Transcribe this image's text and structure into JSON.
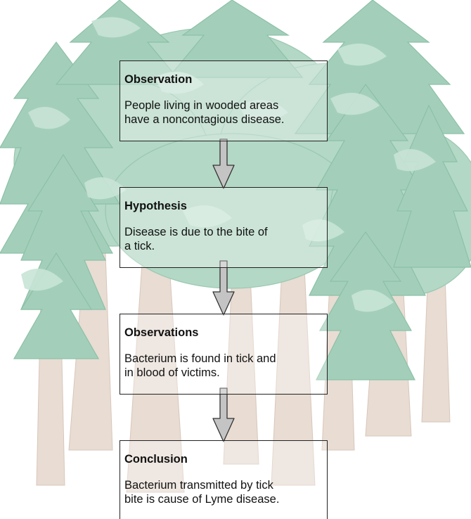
{
  "steps": [
    {
      "title": "Observation",
      "text": "People living in wooded areas\nhave a noncontagious disease."
    },
    {
      "title": "Hypothesis",
      "text": "Disease is due to the bite of\na tick."
    },
    {
      "title": "Observations",
      "text": "Bacterium is found in tick and\nin blood of victims."
    },
    {
      "title": "Conclusion",
      "text": "Bacterium transmitted by tick\nbite is cause of Lyme disease."
    }
  ],
  "colors": {
    "foliage": "#a9d3bf",
    "foliage_light": "#c6e3d5",
    "trunk": "#e6d8cf",
    "arrow_fill": "#c4c4c4",
    "arrow_stroke": "#333333"
  }
}
